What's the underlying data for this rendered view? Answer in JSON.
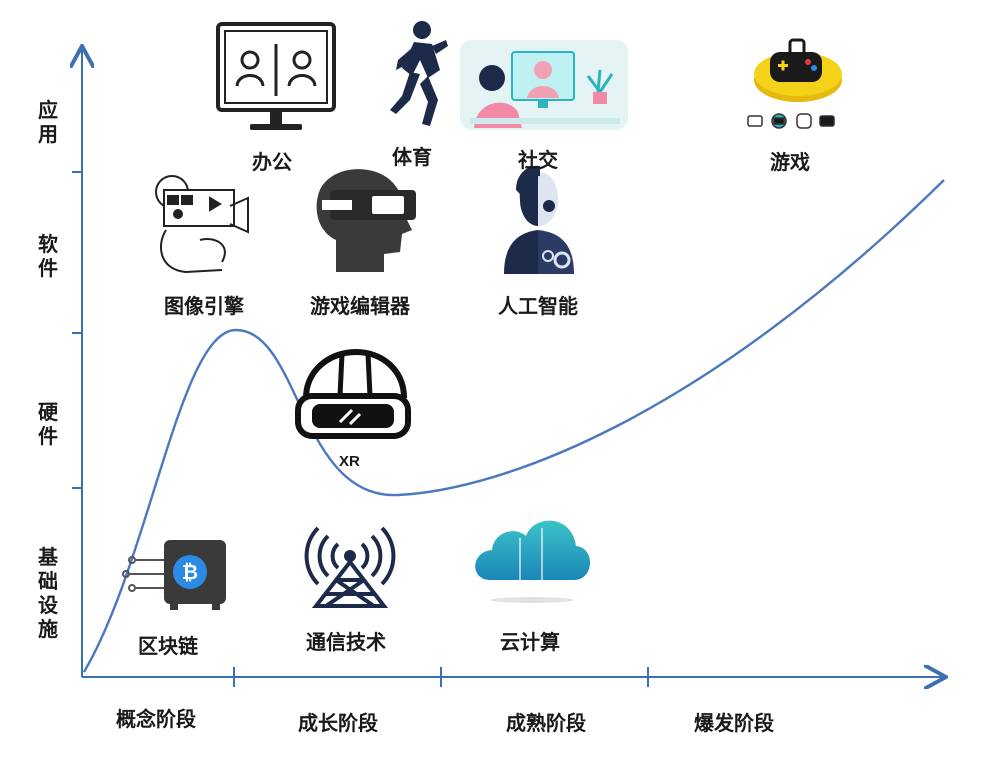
{
  "layers": [
    {
      "label": "应用"
    },
    {
      "label": "软件"
    },
    {
      "label": "硬件"
    },
    {
      "label": "基础设施"
    }
  ],
  "stages": [
    "概念阶段",
    "成长阶段",
    "成熟阶段",
    "爆发阶段"
  ],
  "items": {
    "office": "办公",
    "sports": "体育",
    "social": "社交",
    "game": "游戏",
    "image_engine": "图像引擎",
    "game_editor": "游戏编辑器",
    "ai": "人工智能",
    "xr": "XR",
    "blockchain": "区块链",
    "telecom": "通信技术",
    "cloud": "云计算"
  },
  "colors": {
    "axis": "#3d6fb3",
    "curve": "#4b78be",
    "navy": "#1e2a4a",
    "teal": "#2bb3c0",
    "yellow": "#f5d21a"
  }
}
